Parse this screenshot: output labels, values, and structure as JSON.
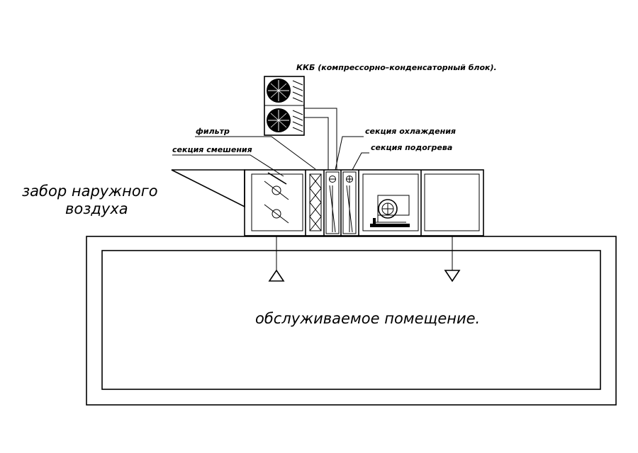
{
  "labels": {
    "kkb": "ККБ (компрессорно–конденсаторный блок).",
    "filter": "фильтр",
    "mixing": "секция смешения",
    "cooling": "секция охлаждения",
    "heating": "секция подогрева",
    "intake_line1": "забор наружного",
    "intake_line2": "воздуха",
    "room": "обслуживаемое помещение."
  },
  "colors": {
    "line": "#000000",
    "background": "#ffffff"
  }
}
